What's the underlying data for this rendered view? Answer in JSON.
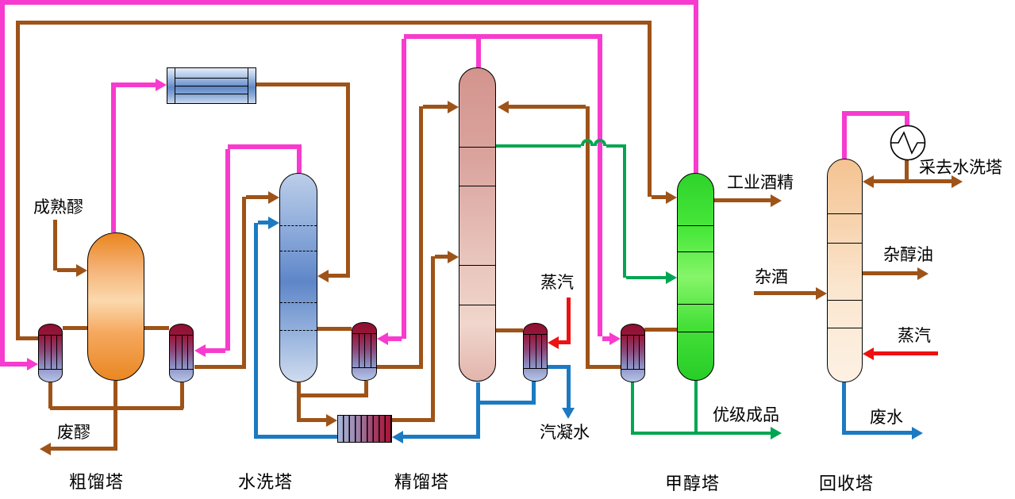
{
  "palette": {
    "vapor_line": "#F73BCE",
    "liquid_line": "#9E5318",
    "water_line": "#1B7AC2",
    "product_line": "#00A651",
    "steam_line": "#EE1111",
    "crude_column_fill": "#EA8722",
    "wash_column_fill": "#5E86C8",
    "rectify_column_fill": "#D4948E",
    "methanol_column_fill": "#44E038",
    "recovery_column_fill": "#F7D3AE",
    "exchanger_hot": "#8E0F30",
    "exchanger_cold": "#B6C5E7"
  },
  "labels": {
    "columns": {
      "crude": "粗馏塔",
      "wash": "水洗塔",
      "rectify": "精馏塔",
      "methanol": "甲醇塔",
      "recovery": "回收塔"
    },
    "streams": {
      "mature_mash": "成熟醪",
      "waste_mash": "废醪",
      "steam_rectify": "蒸汽",
      "steam_condensate": "汽凝水",
      "industrial_alcohol": "工业酒精",
      "premium_product": "优级成品",
      "misc_liquor": "杂酒",
      "fusel_oil": "杂醇油",
      "to_wash_column": "采去水洗塔",
      "steam_recovery": "蒸汽",
      "waste_water": "废水"
    }
  }
}
